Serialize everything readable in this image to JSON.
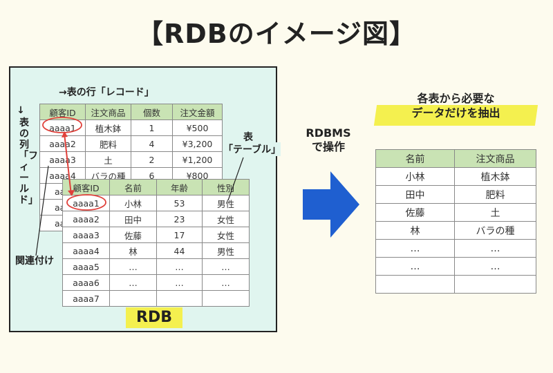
{
  "title": "【RDBのイメージ図】",
  "labels": {
    "row_label": "→表の行「レコード」",
    "col_label_arrow": "↓",
    "col_label_text": "表の列「フィールド」",
    "table_label_1": "表",
    "table_label_2": "「テーブル」",
    "relation_label": "関連付け",
    "rdb_label": "RDB",
    "operation_line1": "RDBMS",
    "operation_line2": "で操作",
    "extract_line1": "各表から必要な",
    "extract_line2": "データだけを抽出"
  },
  "order_table": {
    "headers": [
      "顧客ID",
      "注文商品",
      "個数",
      "注文金額"
    ],
    "rows": [
      [
        "aaaa1",
        "植木鉢",
        "1",
        "¥500"
      ],
      [
        "aaaa2",
        "肥料",
        "4",
        "¥3,200"
      ],
      [
        "aaaa3",
        "土",
        "2",
        "¥1,200"
      ],
      [
        "aaaa4",
        "バラの種",
        "6",
        "¥800"
      ],
      [
        "aaa",
        "",
        "",
        ""
      ],
      [
        "aaa",
        "",
        "",
        ""
      ],
      [
        "aaa",
        "",
        "",
        ""
      ]
    ]
  },
  "customer_table": {
    "headers": [
      "顧客ID",
      "名前",
      "年齢",
      "性別"
    ],
    "rows": [
      [
        "aaaa1",
        "小林",
        "53",
        "男性"
      ],
      [
        "aaaa2",
        "田中",
        "23",
        "女性"
      ],
      [
        "aaaa3",
        "佐藤",
        "17",
        "女性"
      ],
      [
        "aaaa4",
        "林",
        "44",
        "男性"
      ],
      [
        "aaaa5",
        "…",
        "…",
        "…"
      ],
      [
        "aaaa6",
        "…",
        "…",
        "…"
      ],
      [
        "aaaa7",
        "",
        "",
        ""
      ]
    ]
  },
  "result_table": {
    "headers": [
      "名前",
      "注文商品"
    ],
    "rows": [
      [
        "小林",
        "植木鉢"
      ],
      [
        "田中",
        "肥料"
      ],
      [
        "佐藤",
        "土"
      ],
      [
        "林",
        "バラの種"
      ],
      [
        "…",
        "…"
      ],
      [
        "…",
        "…"
      ],
      [
        "",
        ""
      ]
    ]
  },
  "colors": {
    "header_fill": "#c9e3b4",
    "panel_fill": "#e0f5ef",
    "highlight": "#f4f04f",
    "arrow": "#1f5fd0",
    "relation_line": "#e0403a"
  }
}
